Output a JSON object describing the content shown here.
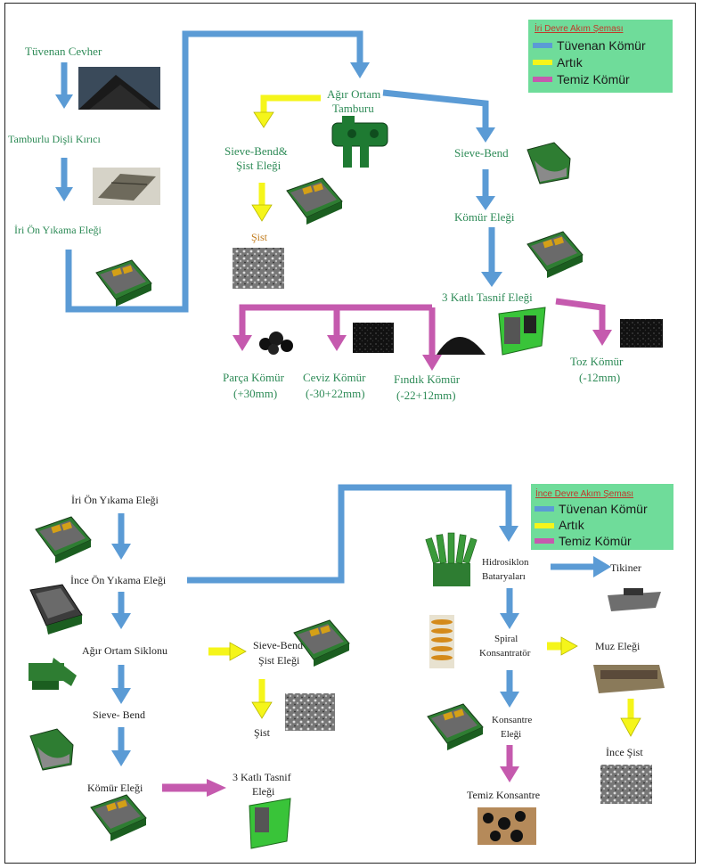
{
  "colors": {
    "raw": "#5b9bd5",
    "residue": "#f5f51a",
    "clean": "#c55aae",
    "legend_bg": "#6fdc9a",
    "machine_green": "#2e7d32"
  },
  "top": {
    "legend": {
      "title": "İri Devre Akım Şeması",
      "items": [
        {
          "label": "Tüvenan Kömür",
          "color": "#5b9bd5"
        },
        {
          "label": "Artık",
          "color": "#f5f51a"
        },
        {
          "label": "Temiz Kömür",
          "color": "#c55aae"
        }
      ]
    },
    "labels": {
      "tuvenan": "Tüvenan Cevher",
      "tamburlu": "Tamburlu Dişli Kırıcı",
      "iri_on": "İri Ön Yıkama Eleği",
      "agir_1": "Ağır Ortam",
      "agir_2": "Tamburu",
      "sieve_sist_1": "Sieve-Bend&",
      "sieve_sist_2": "Şist Eleği",
      "sieve_bend": "Sieve-Bend",
      "komur_elegi": "Kömür Eleği",
      "sist": "Şist",
      "uc_katli": "3 Katlı Tasnif Eleği",
      "parca": "Parça Kömür",
      "parca_size": "(+30mm)",
      "ceviz": "Ceviz Kömür",
      "ceviz_size": "(-30+22mm)",
      "findik": "Fındık Kömür",
      "findik_size": "(-22+12mm)",
      "toz": "Toz Kömür",
      "toz_size": "(-12mm)"
    }
  },
  "bottom": {
    "legend": {
      "title": "İnce Devre Akım Şeması",
      "items": [
        {
          "label": "Tüvenan Kömür",
          "color": "#5b9bd5"
        },
        {
          "label": "Artık",
          "color": "#f5f51a"
        },
        {
          "label": "Temiz Kömür",
          "color": "#c55aae"
        }
      ]
    },
    "labels": {
      "iri_on": "İri Ön Yıkama Eleği",
      "ince_on": "İnce Ön Yıkama Eleği",
      "agir_siklon": "Ağır Ortam Siklonu",
      "sieve_sist_1": "Sieve-Bend &",
      "sieve_sist_2": "Şist Eleği",
      "sist": "Şist",
      "sieve_bend": "Sieve- Bend",
      "komur_elegi": "Kömür Eleği",
      "uc_katli_1": "3 Katlı Tasnif",
      "uc_katli_2": "Eleği",
      "hidro_1": "Hidrosiklon",
      "hidro_2": "Bataryaları",
      "tikiner": "Tikiner",
      "spiral_1": "Spiral",
      "spiral_2": "Konsantratör",
      "muz": "Muz Eleği",
      "kons_1": "Konsantre",
      "kons_2": "Eleği",
      "ince_sist": "İnce Şist",
      "temiz_kons": "Temiz Konsantre"
    }
  }
}
